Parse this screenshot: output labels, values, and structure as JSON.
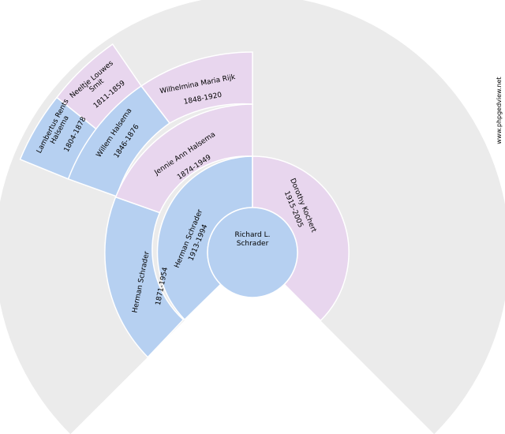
{
  "watermark": "www.phpgedview.net",
  "colors": {
    "background_ring": "#ebebeb",
    "male": "#b6d0f1",
    "female": "#e8d6ee",
    "separator": "#ffffff"
  },
  "root": {
    "name_line1": "Richard L.",
    "name_line2": "Schrader"
  },
  "people": [
    {
      "id": "father",
      "name": "Herman Schrader",
      "dates": "1913-1994",
      "sex": "male"
    },
    {
      "id": "mother",
      "name": "Dorothy Kochert",
      "dates": "1915-2005",
      "sex": "female"
    },
    {
      "id": "paternal-grandfather",
      "name": "Herman Schrader",
      "dates": "1871-1954",
      "sex": "male"
    },
    {
      "id": "paternal-grandmother",
      "name": "Jennie Ann Halsema",
      "dates": "1874-1949",
      "sex": "female"
    },
    {
      "id": "great-grandfather-halsema",
      "name": "Willem Halsema",
      "dates": "1846-1876",
      "sex": "male"
    },
    {
      "id": "great-grandmother-rijk",
      "name": "Wilhelmina Maria Rijk",
      "dates": "1848-1920",
      "sex": "female"
    },
    {
      "id": "gg-grandfather-halsema",
      "name_line1": "Lambertus Rents",
      "name_line2": "Halsema",
      "dates": "1804-1878",
      "sex": "male"
    },
    {
      "id": "gg-grandmother-smit",
      "name_line1": "Neeltje Louwes",
      "name_line2": "Smit",
      "dates": "1811-1859",
      "sex": "female"
    }
  ]
}
